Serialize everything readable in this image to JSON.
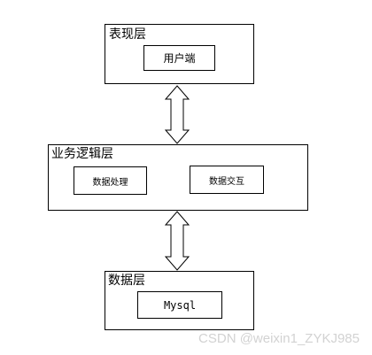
{
  "layers": {
    "presentation": {
      "title": "表现层",
      "module": "用户端"
    },
    "business": {
      "title": "业务逻辑层",
      "modules": [
        "数据处理",
        "数据交互"
      ]
    },
    "data": {
      "title": "数据层",
      "module": "Mysql"
    }
  },
  "connectors": [
    "double-arrow",
    "double-arrow"
  ],
  "watermark": "CSDN @weixin1_ZYKJ985"
}
